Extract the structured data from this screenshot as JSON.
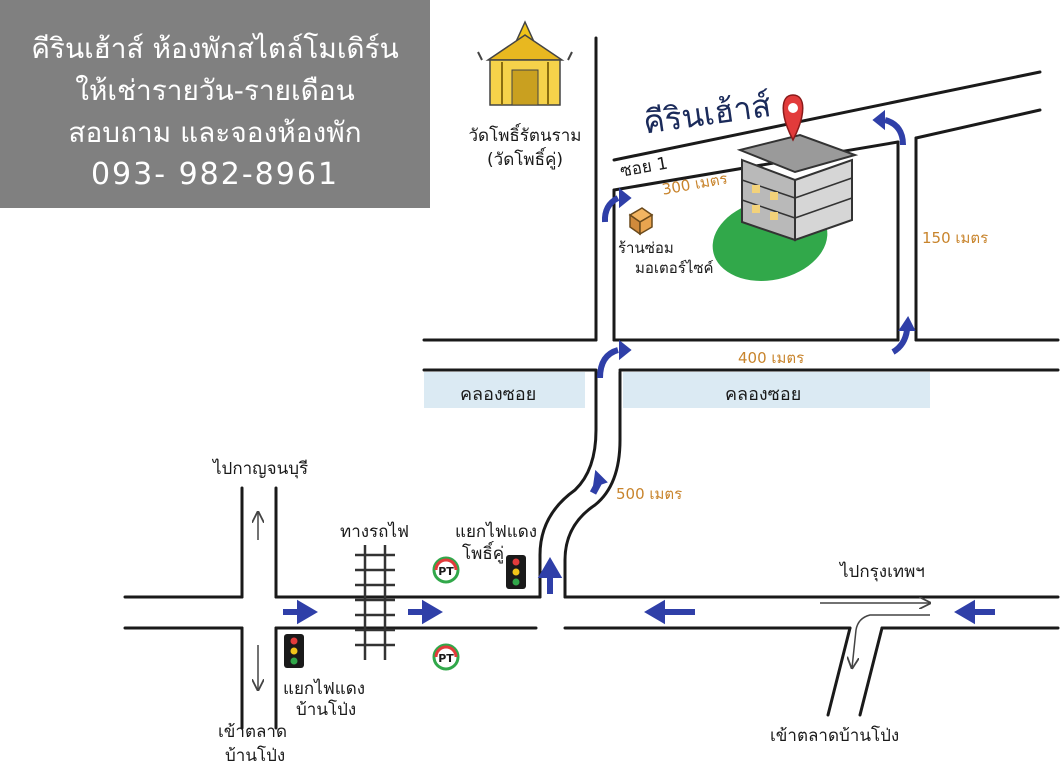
{
  "title_box": {
    "line1": "คีรินเฮ้าส์ ห้องพักสไตล์โมเดิร์น",
    "line2": "ให้เช่ารายวัน-รายเดือน",
    "line3": "สอบถาม และจองห้องพัก",
    "phone": "093- 982-8961"
  },
  "landmarks": {
    "temple_name": "วัดโพธิ์รัตนราม",
    "temple_alias": "(วัดโพธิ์คู่)",
    "house_name": "คีรินเฮ้าส์",
    "soi": "ซอย 1",
    "shop_line1": "ร้านซ่อม",
    "shop_line2": "มอเตอร์ไซค์",
    "railway": "ทางรถไฟ",
    "light_phokhu_line1": "แยกไฟแดง",
    "light_phokhu_line2": "โพธิ์คู่",
    "light_banpong_line1": "แยกไฟแดง",
    "light_banpong_line2": "บ้านโป่ง"
  },
  "distances": {
    "d300": "300 เมตร",
    "d150": "150 เมตร",
    "d400": "400 เมตร",
    "d500": "500 เมตร"
  },
  "canal": {
    "left": "คลองซอย",
    "right": "คลองซอย"
  },
  "directions": {
    "kanchanaburi": "ไปกาญจนบุรี",
    "bangkok": "ไปกรุงเทพฯ",
    "market_left_line1": "เข้าตลาด",
    "market_left_line2": "บ้านโป่ง",
    "market_right": "เข้าตลาดบ้านโป่ง"
  },
  "colors": {
    "arrow_blue": "#2f3fa8",
    "canal": "#dbeaf3",
    "lawn": "#31a84a",
    "distance_text": "#c8842c",
    "pin_red": "#e23b3b",
    "title_bg": "#808080"
  }
}
